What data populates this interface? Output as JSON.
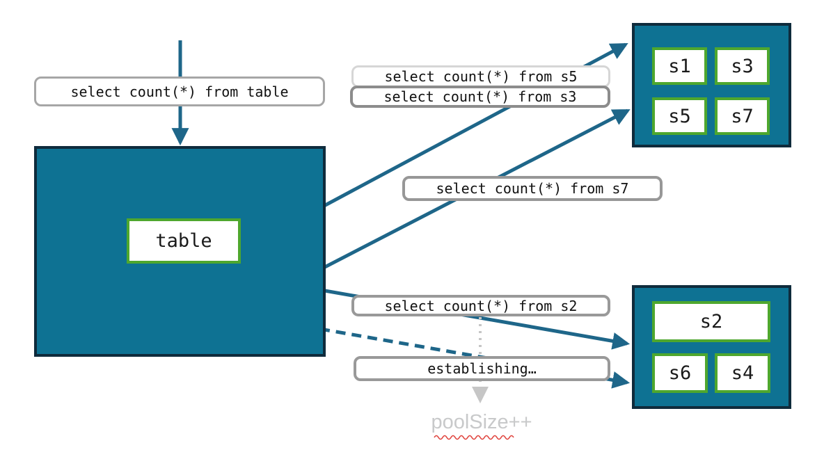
{
  "diagram": {
    "source": {
      "label": "table"
    },
    "queries": {
      "table": "select count(*) from table",
      "s5": "select count(*) from s5",
      "s3": "select count(*) from s3",
      "s7": "select count(*) from s7",
      "s2": "select count(*) from s2",
      "establishing": "establishing…"
    },
    "shards_top": [
      "s1",
      "s3",
      "s5",
      "s7"
    ],
    "shards_bottom": [
      "s2",
      "s6",
      "s4"
    ],
    "annotation": "poolSize++",
    "colors": {
      "node_fill": "#0e7293",
      "node_border": "#0f2b3c",
      "shard_border": "#4ea72e",
      "arrow": "#1e6689",
      "muted_arrow": "#c6c6c6",
      "muted_text": "#c8c9ca",
      "squiggle": "#e0443e"
    }
  }
}
